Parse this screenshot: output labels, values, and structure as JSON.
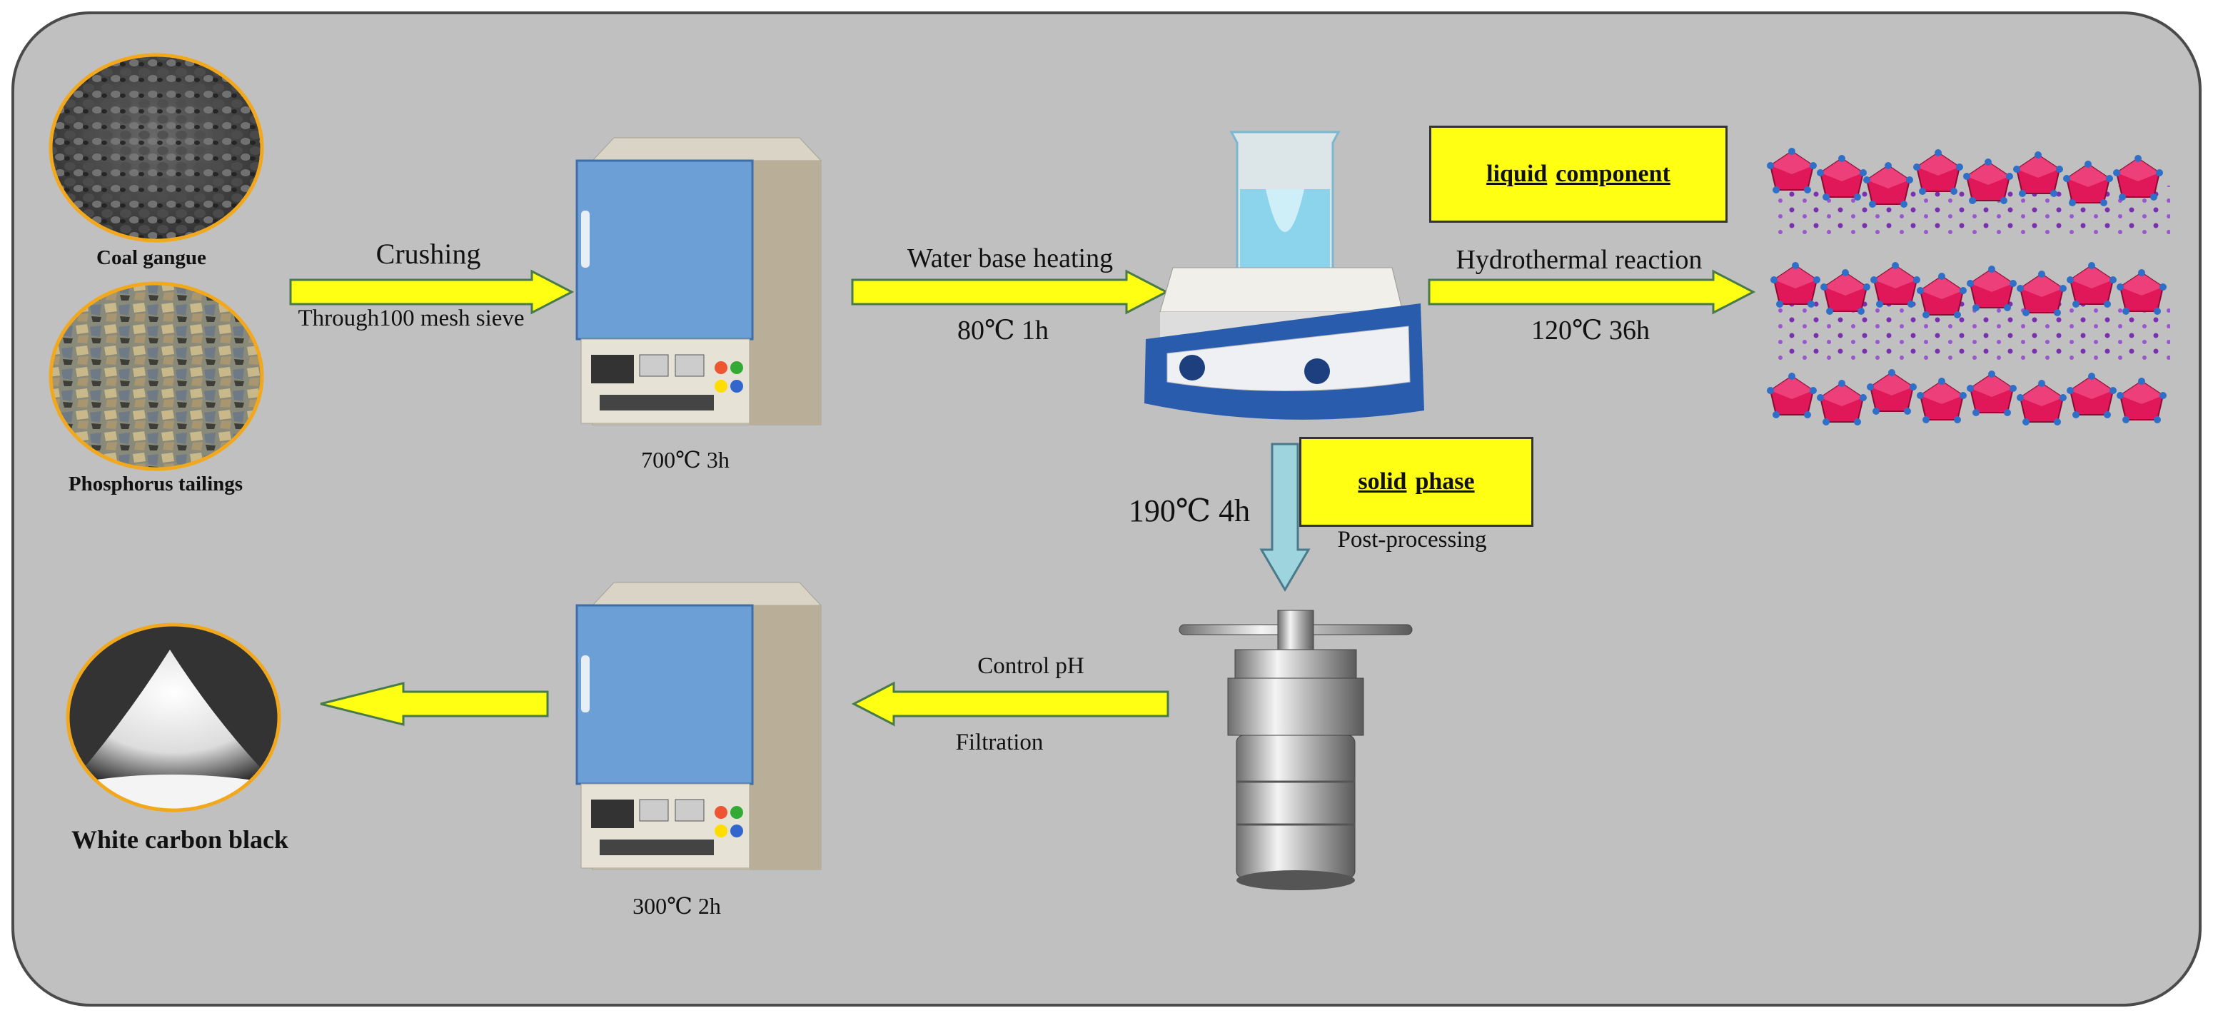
{
  "materials": {
    "coal_gangue": "Coal gangue",
    "phosphorus_tailings": "Phosphorus tailings",
    "product": "White carbon black"
  },
  "steps": {
    "crushing": "Crushing",
    "sieve": "Through100 mesh sieve",
    "furnace1_temp": "700℃ 3h",
    "water_heating": "Water base heating",
    "water_temp": "80℃ 1h",
    "hydrothermal": "Hydrothermal reaction",
    "hydro_temp": "120℃ 36h",
    "liquid_word1": "liquid",
    "liquid_word2": "component",
    "solid_word1": "solid",
    "solid_word2": "phase",
    "post_temp": "190℃ 4h",
    "post_processing": "Post-processing",
    "control_ph": "Control pH",
    "filtration": "Filtration",
    "furnace2_temp": "300℃ 2h"
  },
  "colors": {
    "arrow_yellow": "#ffff14",
    "arrow_blue": "#9ed4de",
    "background": "#c0c0c0",
    "furnace_blue": "#6b9fd6",
    "crystal_pink": "#e0185a"
  }
}
